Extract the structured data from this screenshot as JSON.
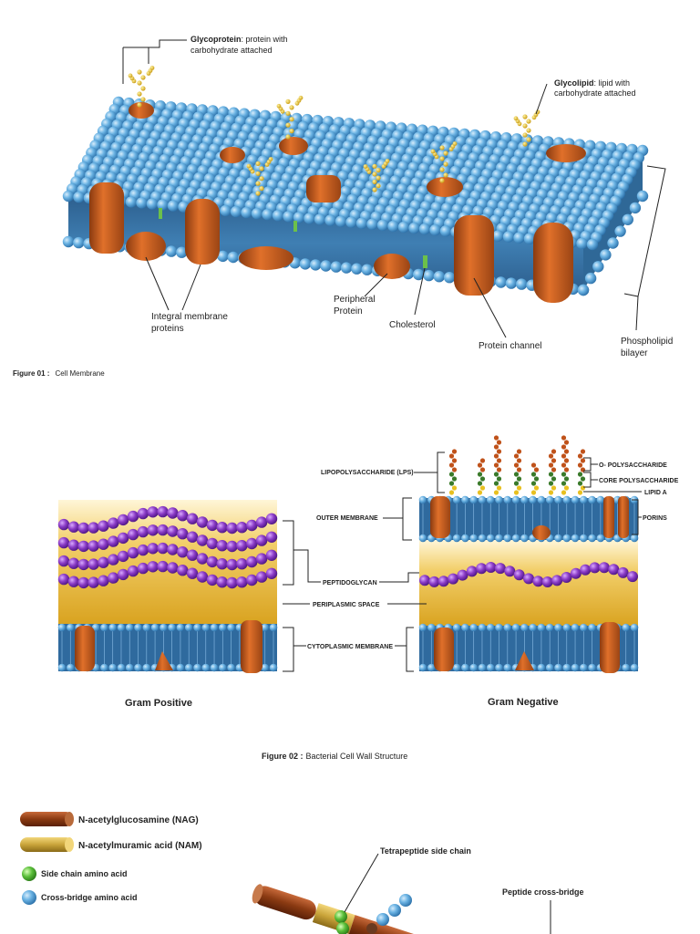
{
  "figure1": {
    "glycoprotein_title": "Glycoprotein",
    "glycoprotein_desc_1": ": protein with",
    "glycoprotein_desc_2": "carbohydrate attached",
    "glycolipid_title": "Glycolipid",
    "glycolipid_desc_1": ": lipid with",
    "glycolipid_desc_2": "carbohydrate attached",
    "integral_1": "Integral membrane",
    "integral_2": "proteins",
    "peripheral_1": "Peripheral",
    "peripheral_2": "Protein",
    "cholesterol": "Cholesterol",
    "protein_channel": "Protein channel",
    "phospholipid_1": "Phospholipid",
    "phospholipid_2": "bilayer",
    "caption_bold": "Figure 01 :",
    "caption_text": "Cell Membrane"
  },
  "figure2": {
    "lps": "LIPOPOLYSACCHARIDE (LPS)",
    "o_poly": "O- POLYSACCHARIDE",
    "core_poly": "CORE POLYSACCHARIDE",
    "lipid_a": "LIPID A",
    "outer_membrane": "OUTER MEMBRANE",
    "porins": "PORINS",
    "peptidoglycan": "PEPTIDOGLYCAN",
    "periplasmic": "PERIPLASMIC  SPACE",
    "cytoplasmic": "CYTOPLASMIC MEMBRANE",
    "gram_positive": "Gram Positive",
    "gram_negative": "Gram Negative",
    "caption_bold": "Figure 02 :",
    "caption_text": "Bacterial Cell Wall Structure"
  },
  "figure3": {
    "legend": [
      {
        "label": "N-acetylglucosamine (NAG)"
      },
      {
        "label": "N-acetylmuramic acid (NAM)"
      },
      {
        "label": "Side chain amino acid"
      },
      {
        "label": "Cross-bridge amino acid"
      }
    ],
    "tetrapeptide": "Tetrapeptide side chain",
    "cross_bridge": "Peptide cross-bridge"
  },
  "colors": {
    "head_blue": "#5aa8dc",
    "protein_orange": "#c95a1c",
    "sugar_yellow": "#e8c020",
    "purple": "#8a3bc6",
    "periplasm_gold": "#e6b42a",
    "nag_brown": "#8a3a12",
    "nam_gold": "#c9a43a",
    "amino_green": "#5bbf3a"
  }
}
